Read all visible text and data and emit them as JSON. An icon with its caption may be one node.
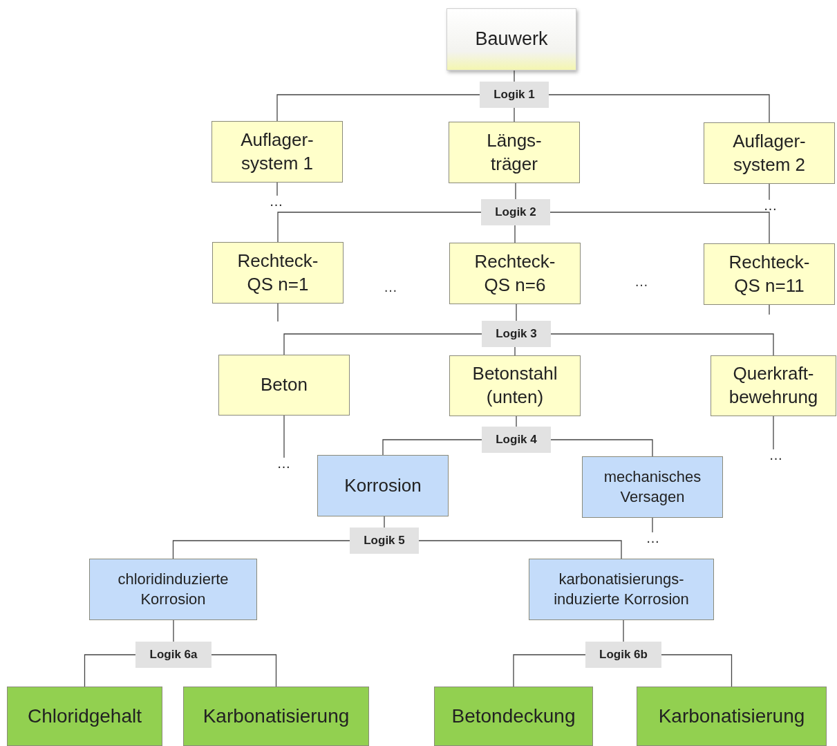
{
  "diagram": {
    "nodes": [
      {
        "text": [
          "Bauwerk"
        ]
      },
      {
        "text": [
          "Logik 1"
        ]
      },
      {
        "text": [
          "Auflager- system 1"
        ]
      },
      {
        "text": [
          "Längs- träger"
        ]
      },
      {
        "text": [
          "Auflager- system 2"
        ]
      },
      {
        "text": [
          "Logik 2"
        ]
      },
      {
        "text": [
          "Rechteck- QS n=1"
        ]
      },
      {
        "text": [
          "Rechteck- QS n=6"
        ]
      },
      {
        "text": [
          "Rechteck- QS n=11"
        ]
      },
      {
        "text": [
          "Logik 3"
        ]
      },
      {
        "text": [
          "Beton"
        ]
      },
      {
        "text": [
          "Betonstahl (unten)"
        ]
      },
      {
        "text": [
          "Querkraft- bewehrung"
        ]
      },
      {
        "text": [
          "Logik 4"
        ]
      },
      {
        "text": [
          "Korrosion"
        ]
      },
      {
        "text": [
          "mechanisches Versagen"
        ]
      },
      {
        "text": [
          "Logik 5"
        ]
      },
      {
        "text": [
          "chloridinduzierte Korrosion"
        ]
      },
      {
        "text": [
          "karbonatisierungs- induzierte Korrosion"
        ]
      },
      {
        "text": [
          "Logik 6a"
        ]
      },
      {
        "text": [
          "Logik 6b"
        ]
      },
      {
        "text": [
          "Chloridgehalt"
        ]
      },
      {
        "text": [
          "Karbonatisierung"
        ]
      },
      {
        "text": [
          "Betondeckung"
        ]
      },
      {
        "text": [
          "Karbonatisierung"
        ]
      },
      {
        "text": [
          "…"
        ]
      },
      {
        "text": [
          "…"
        ]
      },
      {
        "text": [
          "…"
        ]
      },
      {
        "text": [
          "…"
        ]
      },
      {
        "text": [
          "…"
        ]
      }
    ],
    "edges": [
      {
        "from": 0,
        "to": 1,
        "arrow": "none"
      },
      {
        "from": 1,
        "to": 2,
        "arrow": "none"
      },
      {
        "from": 1,
        "to": 3,
        "arrow": "none"
      },
      {
        "from": 1,
        "to": 4,
        "arrow": "none"
      },
      {
        "from": 3,
        "to": 5,
        "arrow": "none"
      },
      {
        "from": 5,
        "to": 6,
        "arrow": "none"
      },
      {
        "from": 5,
        "to": 7,
        "arrow": "none"
      },
      {
        "from": 5,
        "to": 8,
        "arrow": "none"
      },
      {
        "from": 7,
        "to": 9,
        "arrow": "none"
      },
      {
        "from": 9,
        "to": 10,
        "arrow": "none"
      },
      {
        "from": 9,
        "to": 11,
        "arrow": "none"
      },
      {
        "from": 9,
        "to": 12,
        "arrow": "none"
      },
      {
        "from": 11,
        "to": 13,
        "arrow": "none"
      },
      {
        "from": 13,
        "to": 14,
        "arrow": "none"
      },
      {
        "from": 13,
        "to": 15,
        "arrow": "none"
      },
      {
        "from": 14,
        "to": 16,
        "arrow": "none"
      },
      {
        "from": 16,
        "to": 17,
        "arrow": "none"
      },
      {
        "from": 16,
        "to": 18,
        "arrow": "none"
      },
      {
        "from": 17,
        "to": 19,
        "arrow": "none"
      },
      {
        "from": 19,
        "to": 21,
        "arrow": "none"
      },
      {
        "from": 19,
        "to": 22,
        "arrow": "none"
      },
      {
        "from": 18,
        "to": 20,
        "arrow": "none"
      },
      {
        "from": 20,
        "to": 23,
        "arrow": "none"
      },
      {
        "from": 20,
        "to": 24,
        "arrow": "none"
      },
      {
        "from": 2,
        "to": 25,
        "arrow": "none"
      },
      {
        "from": 4,
        "to": 26,
        "arrow": "none"
      },
      {
        "from": 6,
        "to": null,
        "arrow": "none"
      },
      {
        "from": 8,
        "to": null,
        "arrow": "none"
      },
      {
        "from": 10,
        "to": 27,
        "arrow": "none"
      },
      {
        "from": 12,
        "to": 28,
        "arrow": "none"
      },
      {
        "from": 15,
        "to": 29,
        "arrow": "none"
      }
    ],
    "labels": [
      "…",
      "…"
    ]
  }
}
